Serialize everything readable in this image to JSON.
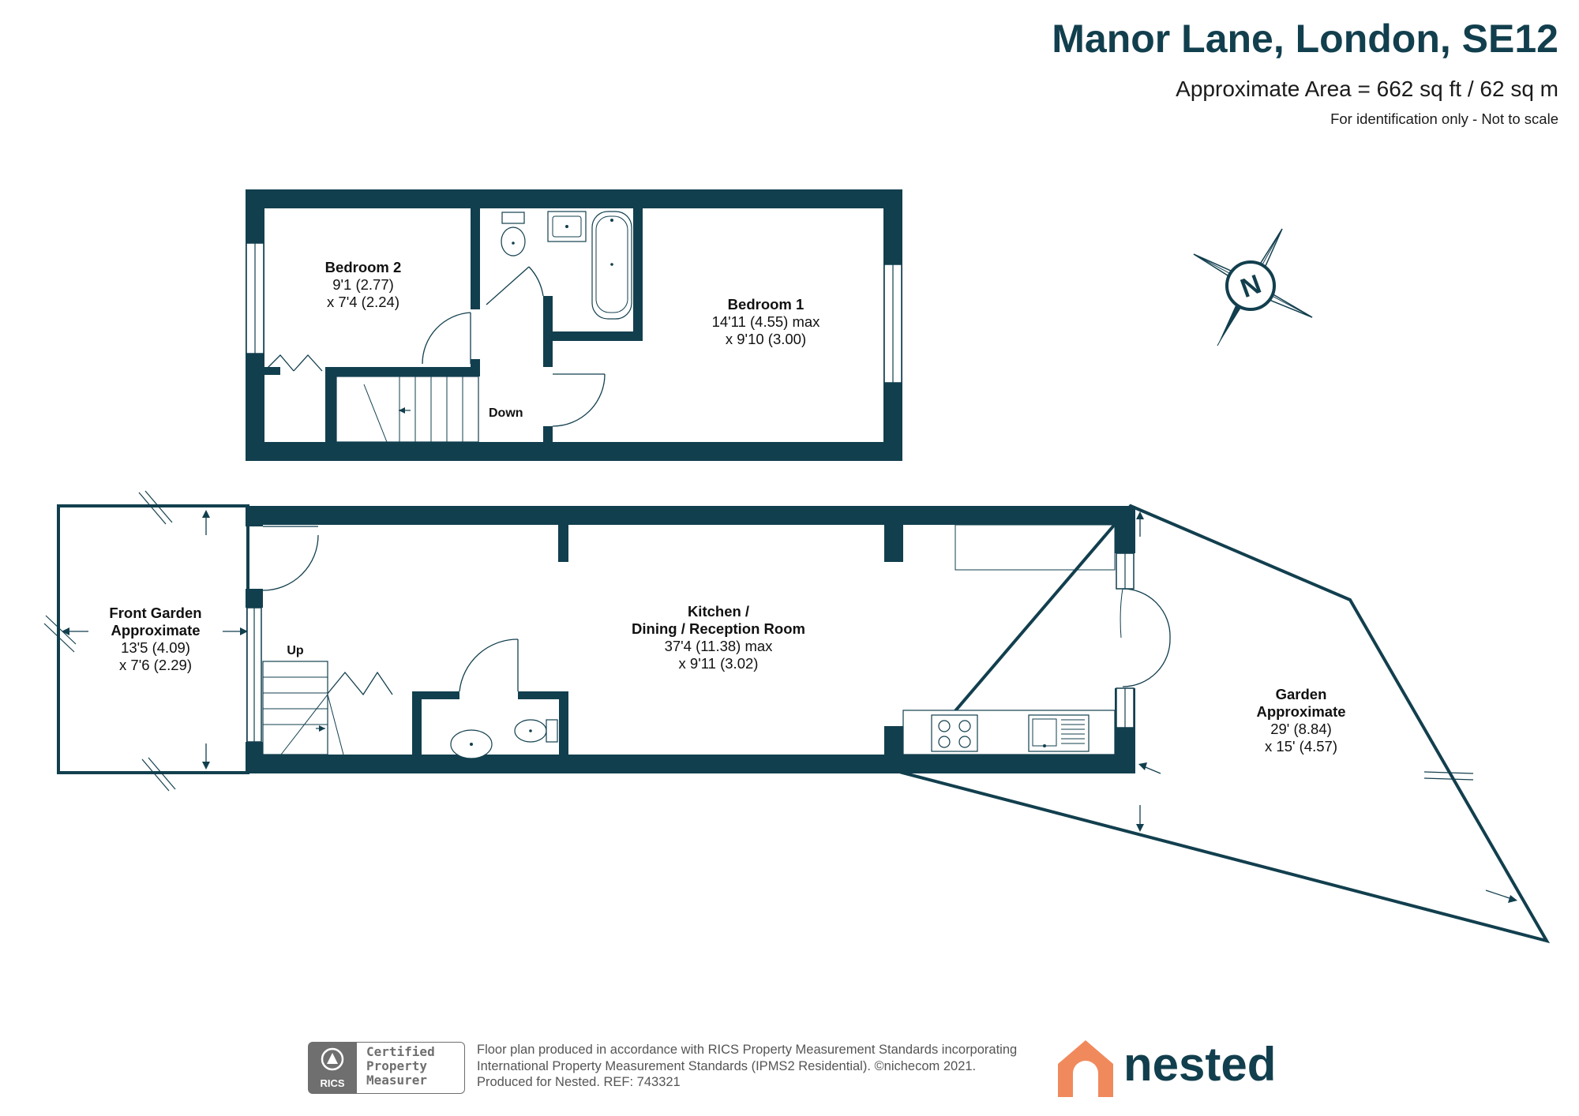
{
  "header": {
    "title": "Manor Lane, London, SE12",
    "area": "Approximate Area = 662 sq ft / 62 sq m",
    "note": "For identification only - Not to scale"
  },
  "rooms": {
    "bedroom2": {
      "name": "Bedroom 2",
      "dim1": "9'1 (2.77)",
      "dim2": "x 7'4 (2.24)"
    },
    "bedroom1": {
      "name": "Bedroom 1",
      "dim1": "14'11 (4.55) max",
      "dim2": "x 9'10 (3.00)"
    },
    "front_garden": {
      "name1": "Front Garden",
      "name2": "Approximate",
      "dim1": "13'5 (4.09)",
      "dim2": "x 7'6 (2.29)"
    },
    "kitchen": {
      "name1": "Kitchen /",
      "name2": "Dining / Reception Room",
      "dim1": "37'4 (11.38) max",
      "dim2": "x 9'11 (3.02)"
    },
    "garden": {
      "name1": "Garden",
      "name2": "Approximate",
      "dim1": "29' (8.84)",
      "dim2": "x 15' (4.57)"
    }
  },
  "stairs": {
    "down": "Down",
    "up": "Up"
  },
  "compass": {
    "letter": "N"
  },
  "footer": {
    "line1": "Floor plan produced in accordance with RICS Property Measurement Standards incorporating",
    "line2": "International Property Measurement Standards (IPMS2 Residential).  ©nichecom 2021.",
    "line3": "Produced for Nested.   REF:  743321",
    "rics_label": "RICS",
    "rics_cert": "Certified\nProperty\nMeasurer",
    "brand": "nested"
  },
  "colors": {
    "wall": "#123f4e",
    "brand_orange": "#f08a5d",
    "text": "#1b1b1b"
  }
}
